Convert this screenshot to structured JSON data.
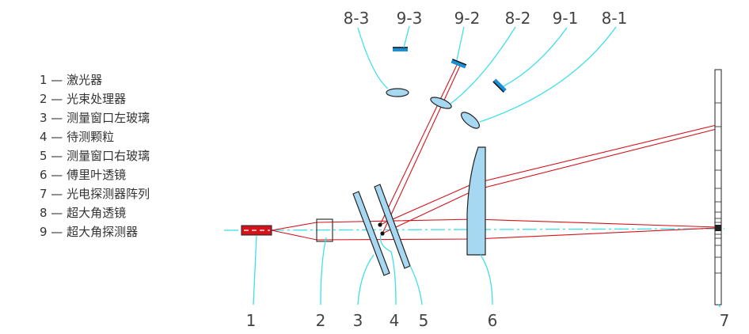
{
  "legend": [
    "1 — 激光器",
    "2 — 光束处理器",
    "3 — 测量窗口左玻璃",
    "4 — 待测颗粒",
    "5 — 测量窗口右玻璃",
    "6 — 傅里叶透镜",
    "7 — 光电探测器阵列",
    "8 — 超大角透镜",
    "9 — 超大角探测器"
  ],
  "top_labels": {
    "l8_3": "8-3",
    "l9_3": "9-3",
    "l9_2": "9-2",
    "l8_2": "8-2",
    "l9_1": "9-1",
    "l8_1": "8-1"
  },
  "bottom_labels": {
    "l1": "1",
    "l2": "2",
    "l3": "3",
    "l4": "4",
    "l5": "5",
    "l6": "6",
    "l7": "7"
  },
  "colors": {
    "ray": "#d4141c",
    "axis": "#3ee0ea",
    "glass": "#a6d8f2",
    "detector": "#1a8fd6"
  }
}
